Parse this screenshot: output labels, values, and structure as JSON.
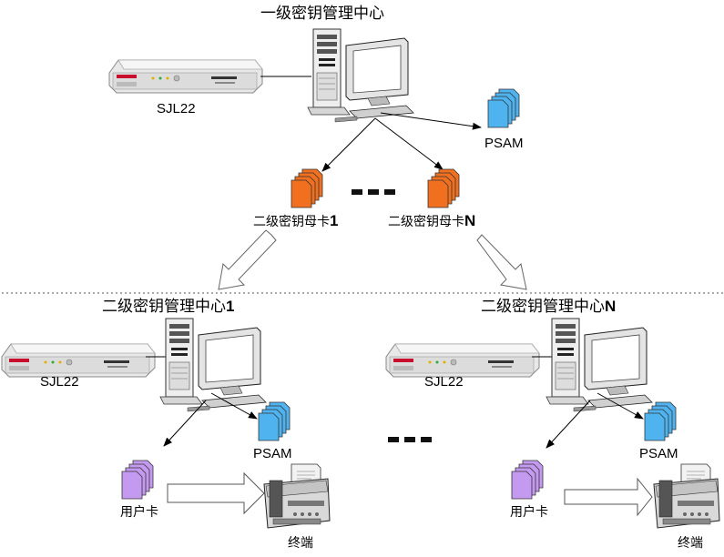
{
  "top": {
    "title": "一级密钥管理中心",
    "hsm_label": "SJL22",
    "psam_label": "PSAM",
    "mother_card_1": {
      "prefix": "二级密钥母卡",
      "suffix": "1"
    },
    "mother_card_n": {
      "prefix": "二级密钥母卡",
      "suffix": "N"
    },
    "ellipsis": "•••"
  },
  "left_center": {
    "title_prefix": "二级密钥管理中心",
    "title_suffix": "1",
    "hsm_label": "SJL22",
    "psam_label": "PSAM",
    "user_card_label": "用户卡",
    "terminal_label": "终端"
  },
  "right_center": {
    "title_prefix": "二级密钥管理中心",
    "title_suffix": "N",
    "hsm_label": "SJL22",
    "psam_label": "PSAM",
    "user_card_label": "用户卡",
    "terminal_label": "终端"
  },
  "middle_ellipsis": "•••",
  "colors": {
    "psam": "#4fb3f0",
    "mother_card": "#f07020",
    "user_card": "#c49af0",
    "line": "#000000",
    "divider": "#555555"
  }
}
